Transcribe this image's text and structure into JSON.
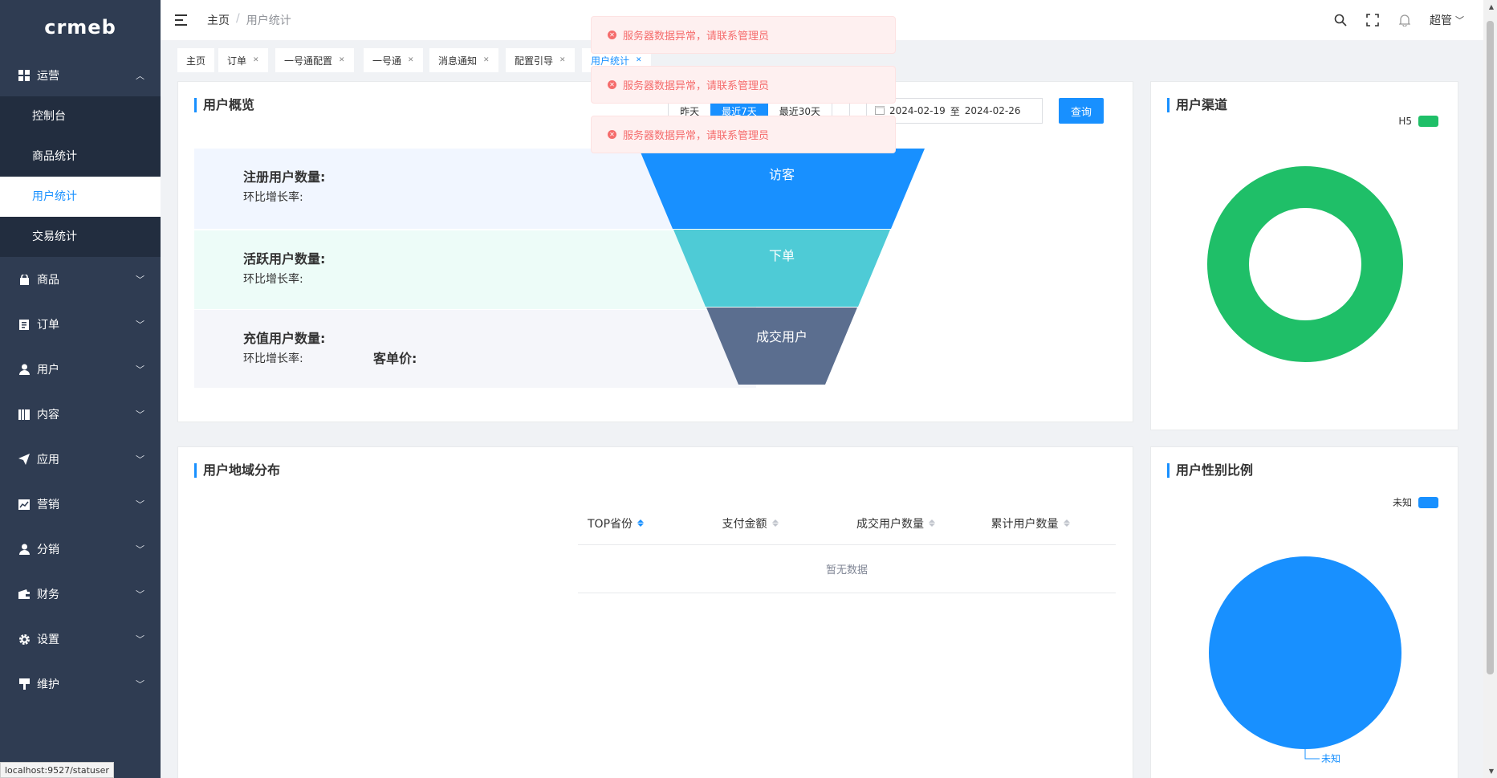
{
  "sidebar": {
    "logo": "crmeb",
    "groups": [
      {
        "label": "运营",
        "icon": "grid-icon",
        "expanded": true,
        "children": [
          "控制台",
          "商品统计",
          "用户统计",
          "交易统计"
        ]
      },
      {
        "label": "商品",
        "icon": "bag-icon"
      },
      {
        "label": "订单",
        "icon": "clipboard-icon"
      },
      {
        "label": "用户",
        "icon": "user-icon"
      },
      {
        "label": "内容",
        "icon": "book-icon"
      },
      {
        "label": "应用",
        "icon": "send-icon"
      },
      {
        "label": "营销",
        "icon": "chart-icon"
      },
      {
        "label": "分销",
        "icon": "user-icon"
      },
      {
        "label": "财务",
        "icon": "wallet-icon"
      },
      {
        "label": "设置",
        "icon": "gear-icon"
      },
      {
        "label": "维护",
        "icon": "tool-icon"
      }
    ],
    "active_child": "用户统计"
  },
  "header": {
    "breadcrumb": [
      "主页",
      "用户统计"
    ],
    "user": "超管"
  },
  "tabs": [
    {
      "label": "主页",
      "closable": false
    },
    {
      "label": "订单",
      "closable": true
    },
    {
      "label": "一号通配置",
      "closable": true
    },
    {
      "label": "一号通",
      "closable": true
    },
    {
      "label": "消息通知",
      "closable": true
    },
    {
      "label": "配置引导",
      "closable": true
    },
    {
      "label": "用户统计",
      "closable": true,
      "active": true
    }
  ],
  "notifications": [
    "服务器数据异常，请联系管理员",
    "服务器数据异常，请联系管理员",
    "服务器数据异常，请联系管理员"
  ],
  "overview": {
    "title": "用户概览",
    "range_options": [
      "昨天",
      "最近7天",
      "最近30天"
    ],
    "range_selected": "最近7天",
    "date_start": "2024-02-19",
    "date_sep": "至",
    "date_end": "2024-02-26",
    "query_label": "查询",
    "rows": [
      {
        "label": "注册用户数量:",
        "rate": "环比增长率:"
      },
      {
        "label": "活跃用户数量:",
        "rate": "环比增长率:"
      },
      {
        "label": "充值用户数量:",
        "rate": "环比增长率:"
      }
    ],
    "avg_price_label": "客单价:",
    "funnel": [
      {
        "label": "访客",
        "color": "#1890ff"
      },
      {
        "label": "下单",
        "color": "#4ecbd6"
      },
      {
        "label": "成交用户",
        "color": "#5b6e8f"
      }
    ]
  },
  "channel": {
    "title": "用户渠道",
    "legend": "H5",
    "color": "#1fbf68"
  },
  "region": {
    "title": "用户地域分布",
    "columns": [
      "TOP省份",
      "支付金额",
      "成交用户数量",
      "累计用户数量"
    ],
    "empty_text": "暂无数据"
  },
  "gender": {
    "title": "用户性别比例",
    "legend": "未知",
    "color": "#1890ff",
    "pie_label": "未知"
  },
  "status_url": "localhost:9527/statuser"
}
